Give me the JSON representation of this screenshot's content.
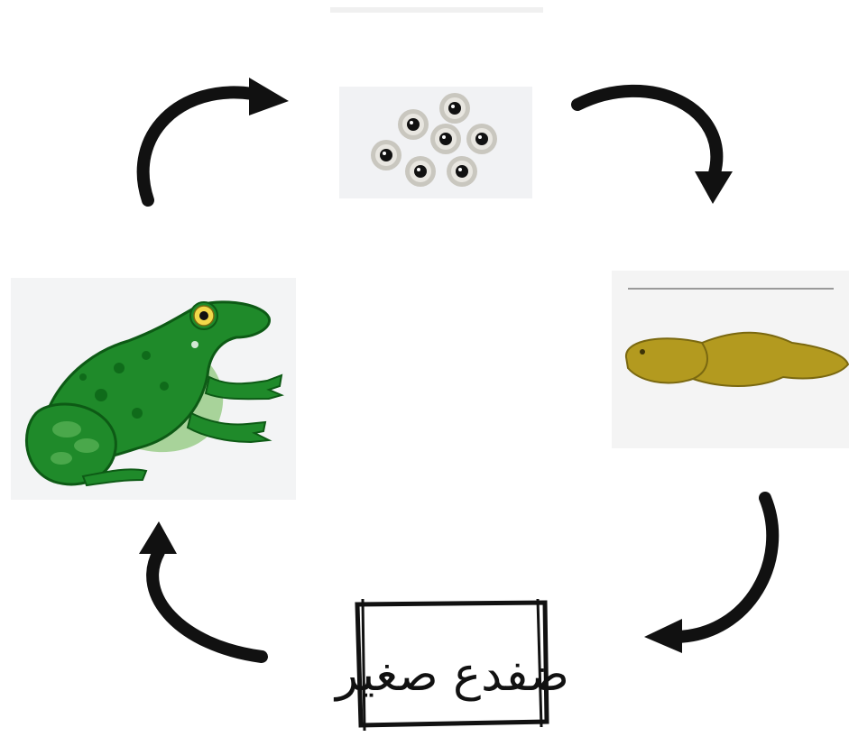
{
  "diagram": {
    "stages": [
      {
        "id": "eggs",
        "icon": "frog-eggs-icon"
      },
      {
        "id": "tadpole",
        "icon": "tadpole-icon"
      },
      {
        "id": "froglet",
        "label": "ضفدع صغير"
      },
      {
        "id": "adult-frog",
        "icon": "adult-frog-icon"
      }
    ],
    "colors": {
      "arrow": "#111111",
      "frog_green": "#1f8a2a",
      "tadpole": "#b39a1f",
      "egg_shell": "#d8d6cf"
    }
  }
}
